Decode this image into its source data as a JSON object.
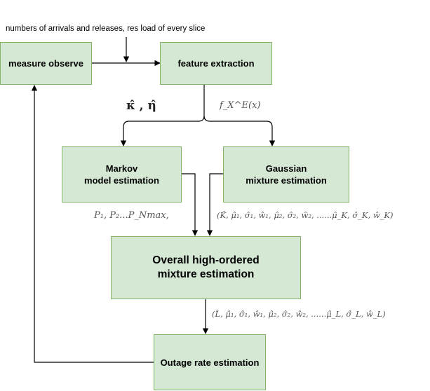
{
  "top_note": "numbers of arrivals and  releases, res load of every slice",
  "nodes": {
    "measure": "measure  observe",
    "feature": "feature extraction",
    "markov": "Markov\nmodel estimation",
    "gaussian": "Gaussian\nmixture estimation",
    "overall": "Overall high-ordered\nmixture estimation",
    "outage": "Outage rate estimation"
  },
  "edge_labels": {
    "kappa_eta": "κ̂ , η̂",
    "fx": "f_X^E(x)",
    "markov_out": "P₁, P₂...P_Nmax,",
    "gaussian_out": "(K̂, μ̂₁, σ̂₁, ŵ₁, μ̂₂, σ̂₂, ŵ₂, ......μ̂_K, σ̂_K, ŵ_K)",
    "overall_out": "(L̂, μ̂₁, σ̂₁, ŵ₁, μ̂₂, σ̂₂, ŵ₂, ......μ̂_L, σ̂_L, ŵ_L)"
  },
  "colors": {
    "node_fill": "#d5e8d4",
    "node_stroke": "#82b366",
    "edge": "#000000"
  }
}
